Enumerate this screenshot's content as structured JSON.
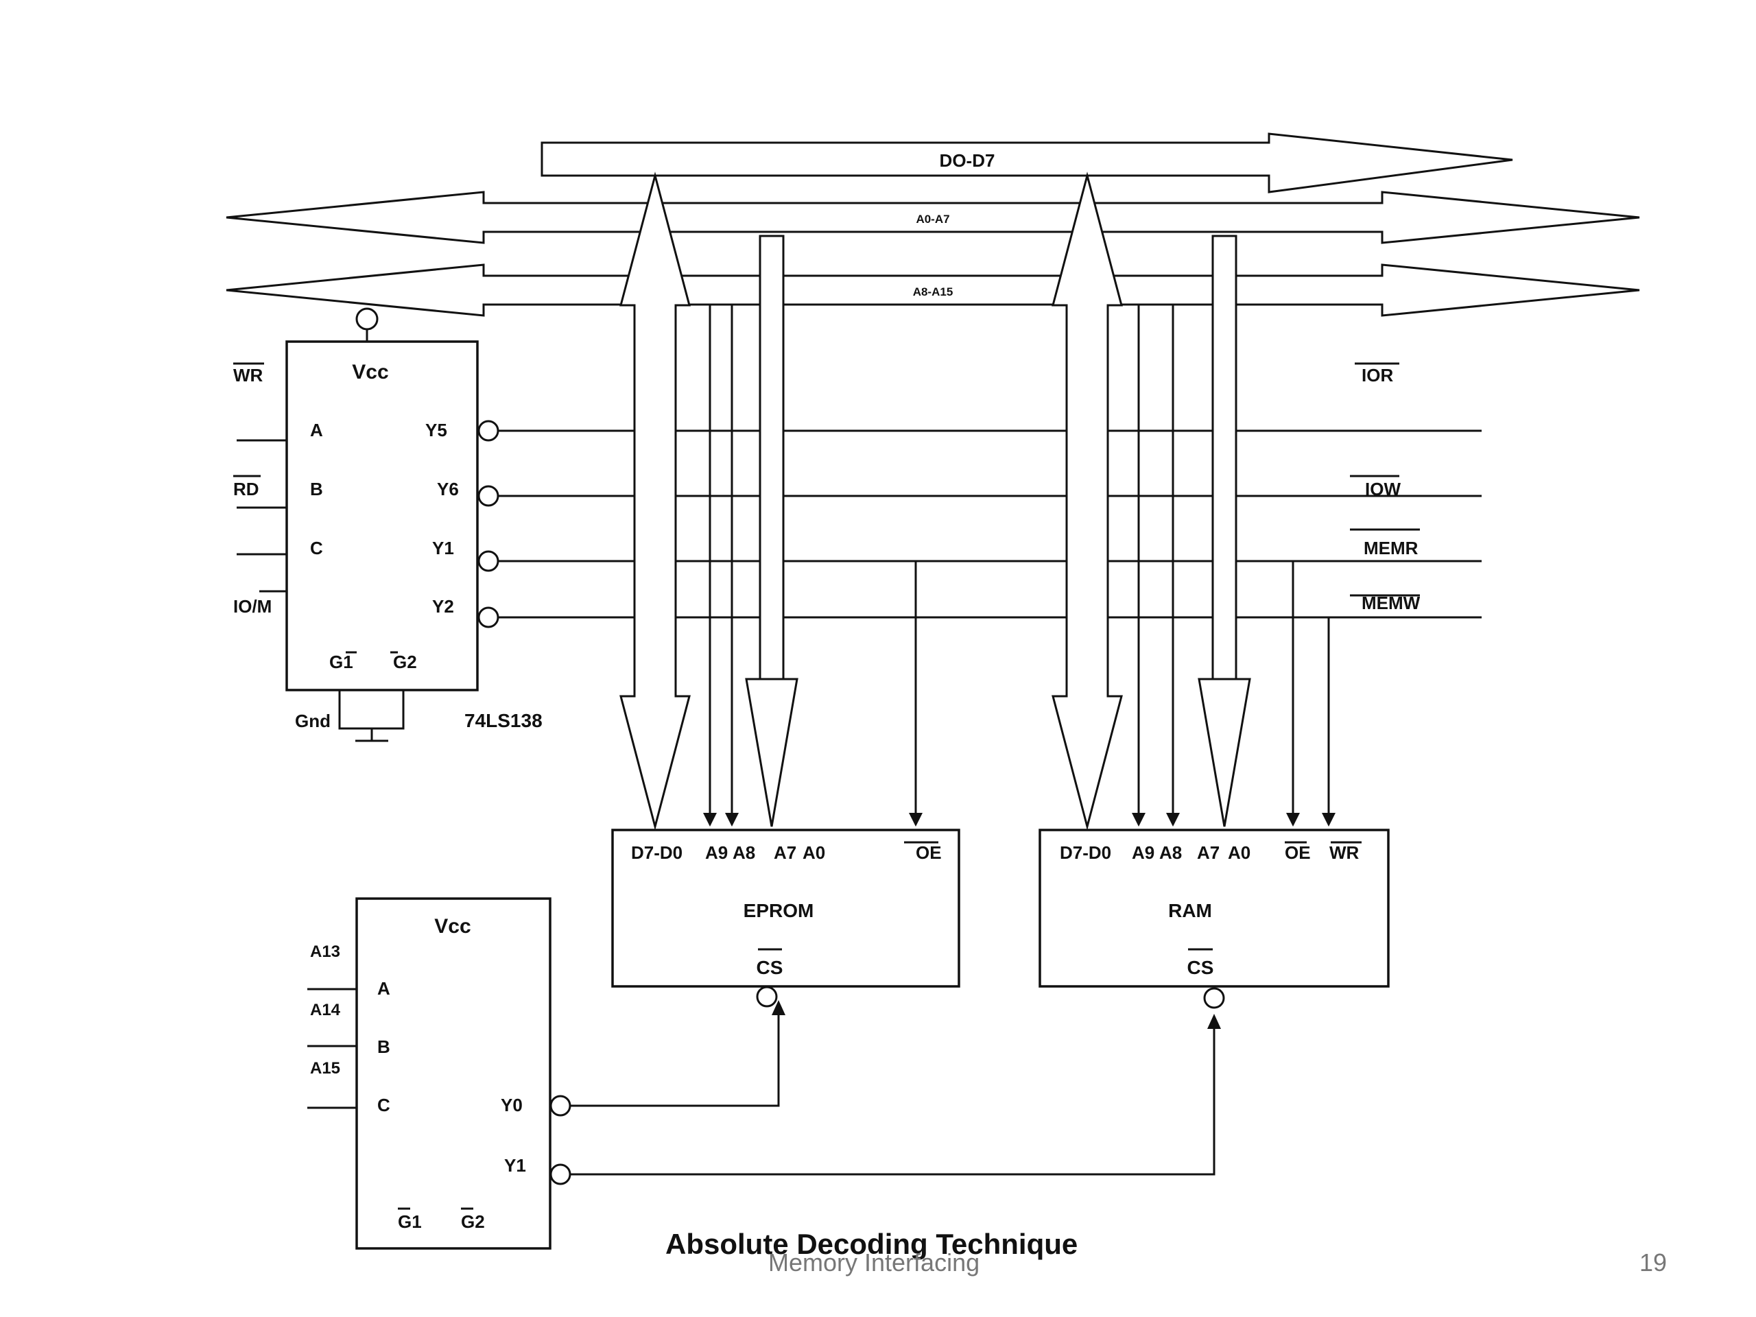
{
  "buses": {
    "data": "DO-D7",
    "addr_low": "A0-A7",
    "addr_high": "A8-A15"
  },
  "decoder_top": {
    "vcc": "Vcc",
    "inputs": [
      "A",
      "B",
      "C"
    ],
    "outputs": [
      "Y5",
      "Y6",
      "Y1",
      "Y2"
    ],
    "enables": [
      "G1",
      "G2"
    ],
    "gnd": "Gnd",
    "part": "74LS138",
    "input_signals": [
      "WR",
      "RD",
      "IO/M"
    ]
  },
  "control_signals": [
    "IOR",
    "IOW",
    "MEMR",
    "MEMW"
  ],
  "eprom": {
    "pins": [
      "D7-D0",
      "A9",
      "A8",
      "A7",
      "A0",
      "OE"
    ],
    "name": "EPROM",
    "cs": "CS"
  },
  "ram": {
    "pins": [
      "D7-D0",
      "A9",
      "A8",
      "A7",
      "A0",
      "OE",
      "WR"
    ],
    "name": "RAM",
    "cs": "CS"
  },
  "decoder_bottom": {
    "vcc": "Vcc",
    "input_signals": [
      "A13",
      "A14",
      "A15"
    ],
    "inputs": [
      "A",
      "B",
      "C"
    ],
    "outputs": [
      "Y0",
      "Y1"
    ],
    "enables": [
      "G1",
      "G2"
    ]
  },
  "caption": "Absolute Decoding Technique",
  "footer": {
    "title": "Memory Interfacing",
    "page": "19"
  }
}
